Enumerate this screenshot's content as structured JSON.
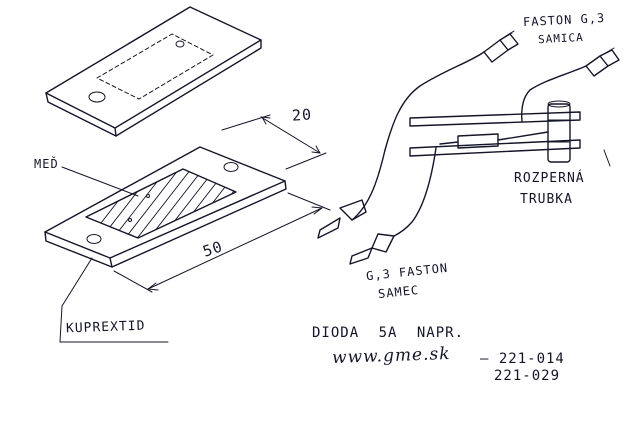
{
  "labels": {
    "faston_female_top": "FASTON G,3",
    "faston_female_bottom": "SAMICA",
    "dimension_20": "20",
    "copper": "MEĎ",
    "spacer_top": "ROZPERNÁ",
    "spacer_bottom": "TRUBKA",
    "dimension_50": "50",
    "faston_male_top": "G,3 FASTON",
    "faston_male_bottom": "SAMEC",
    "board_material": "KUPREXTID",
    "diode_note": "DIODA 5A NAPR.",
    "website": "www.gme.sk",
    "part_code_1": "– 221-014",
    "part_code_2": "221-029"
  }
}
